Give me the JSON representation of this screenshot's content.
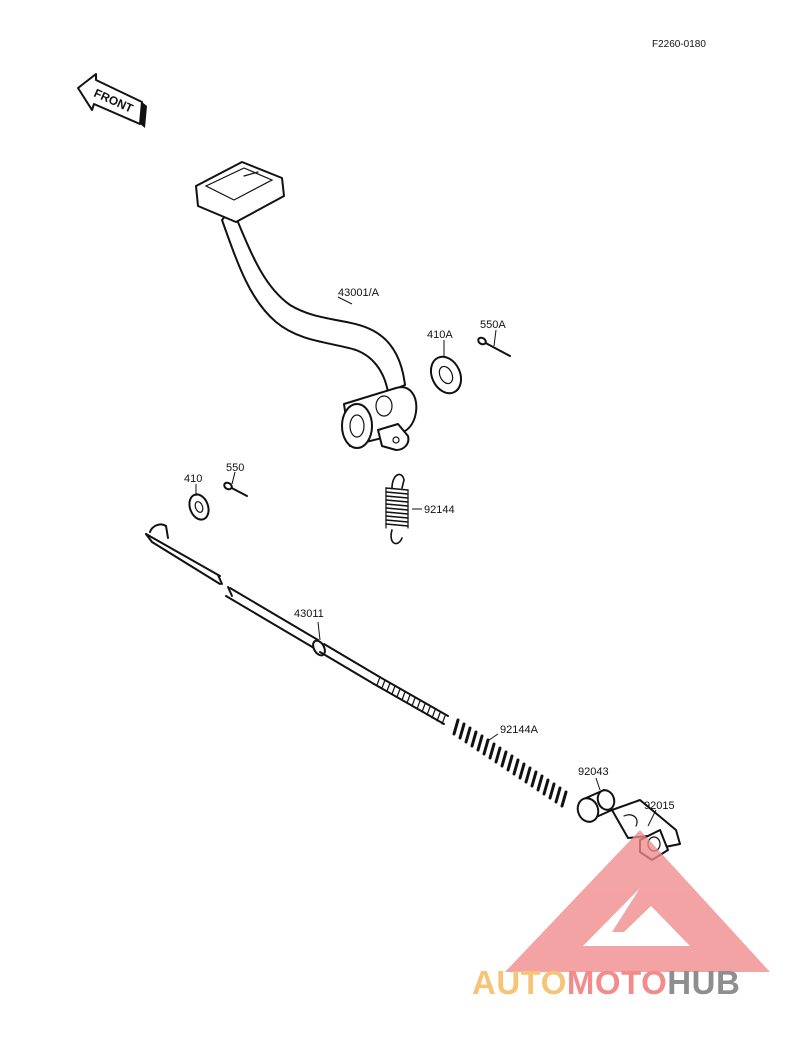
{
  "diagram_code": "F2260-0180",
  "front_label": "FRONT",
  "parts": {
    "brake_pedal": "43001/A",
    "washer_upper": "410A",
    "cotter_pin_upper": "550A",
    "washer_lower": "410",
    "cotter_pin_lower": "550",
    "return_spring": "92144",
    "brake_rod": "43011",
    "rod_spring": "92144A",
    "collar": "92043",
    "joint_nut": "92015"
  },
  "watermark": {
    "part1": "AUTO",
    "part2": "MOTO",
    "part3": "HUB",
    "colors": {
      "orange": "#f5b451",
      "red": "#f26b6b",
      "gray": "#6f6f6f",
      "triangle": "#f08a8a"
    }
  }
}
